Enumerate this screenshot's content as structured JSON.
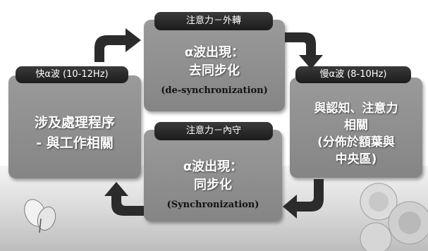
{
  "left": {
    "tag": "快α波 (10-12Hz)",
    "main_line1": "涉及處理程序",
    "main_line2": "- 與工作相關"
  },
  "top": {
    "tag": "注意力－外轉",
    "main_line1": "α波出現：",
    "main_line2": "去同步化",
    "sub": "(de-synchronization)"
  },
  "right": {
    "tag": "慢α波 (8-10Hz)",
    "main_line1": "與認知、注意力",
    "main_line2": "相關",
    "main_line3": "(分佈於額葉與",
    "main_line4": "中央區)"
  },
  "bottom": {
    "tag": "注意力－內守",
    "main_line1": "α波出現：",
    "main_line2": "同步化",
    "sub": "(Synchronization)"
  },
  "colors": {
    "box": "#8f8f8f",
    "tag": "#222222",
    "arrow": "#2b2b2b",
    "text": "#ffffff"
  }
}
